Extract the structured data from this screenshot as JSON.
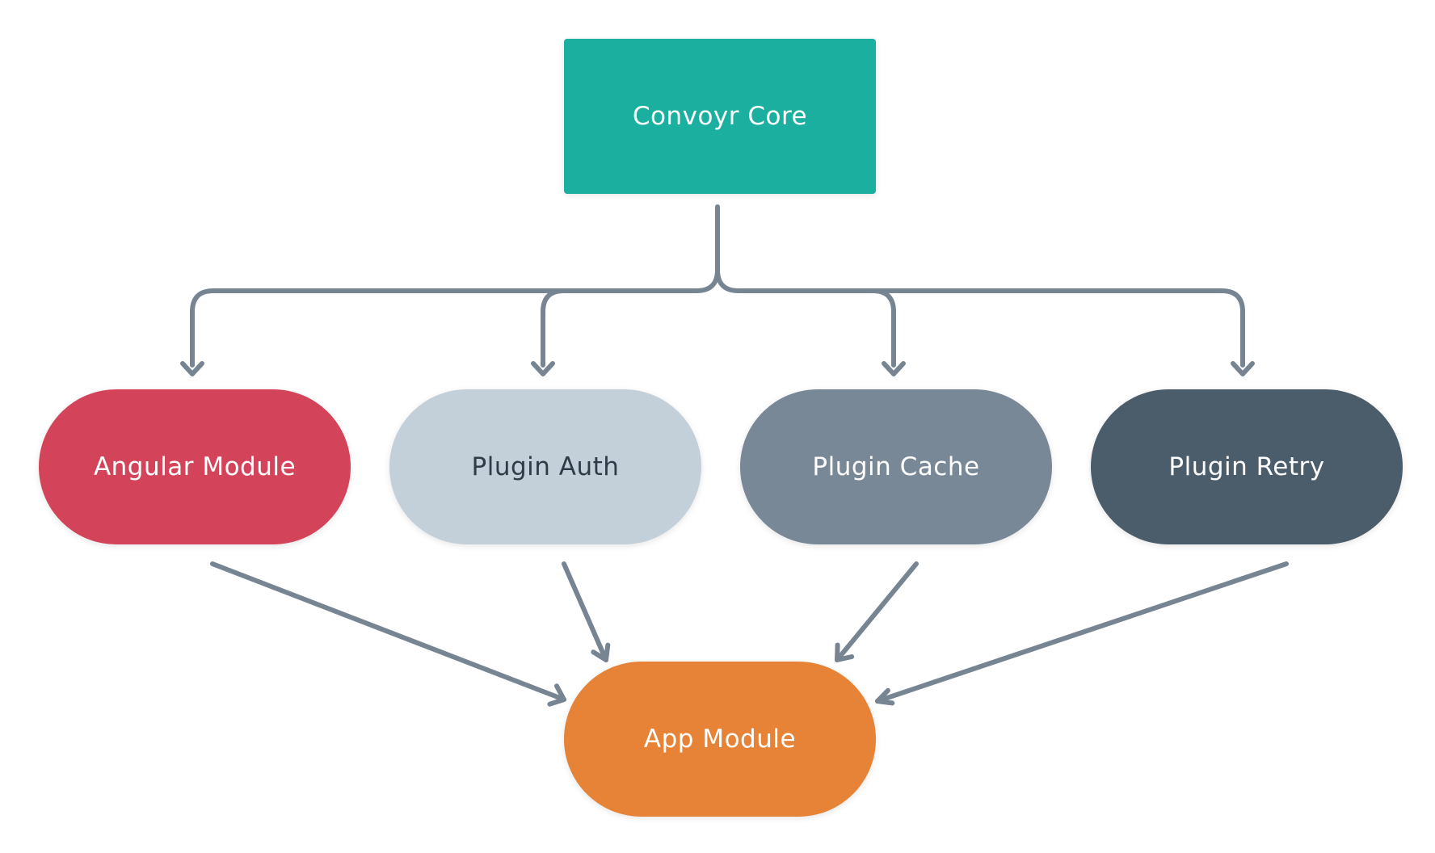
{
  "nodes": {
    "core": {
      "label": "Convoyr Core",
      "fill": "#1aaf9e",
      "text_color": "#ffffff"
    },
    "angular": {
      "label": "Angular Module",
      "fill": "#d3445a",
      "text_color": "#ffffff"
    },
    "auth": {
      "label": "Plugin Auth",
      "fill": "#c3d0d9",
      "text_color": "#2e3c4a"
    },
    "cache": {
      "label": "Plugin Cache",
      "fill": "#798896",
      "text_color": "#ffffff"
    },
    "retry": {
      "label": "Plugin Retry",
      "fill": "#4b5c6a",
      "text_color": "#ffffff"
    },
    "app": {
      "label": "App Module",
      "fill": "#e78337",
      "text_color": "#ffffff"
    }
  },
  "edges": [
    {
      "from": "core",
      "to": "angular"
    },
    {
      "from": "core",
      "to": "auth"
    },
    {
      "from": "core",
      "to": "cache"
    },
    {
      "from": "core",
      "to": "retry"
    },
    {
      "from": "angular",
      "to": "app"
    },
    {
      "from": "auth",
      "to": "app"
    },
    {
      "from": "cache",
      "to": "app"
    },
    {
      "from": "retry",
      "to": "app"
    }
  ],
  "colors": {
    "connector": "#778593",
    "background": "#ffffff"
  }
}
